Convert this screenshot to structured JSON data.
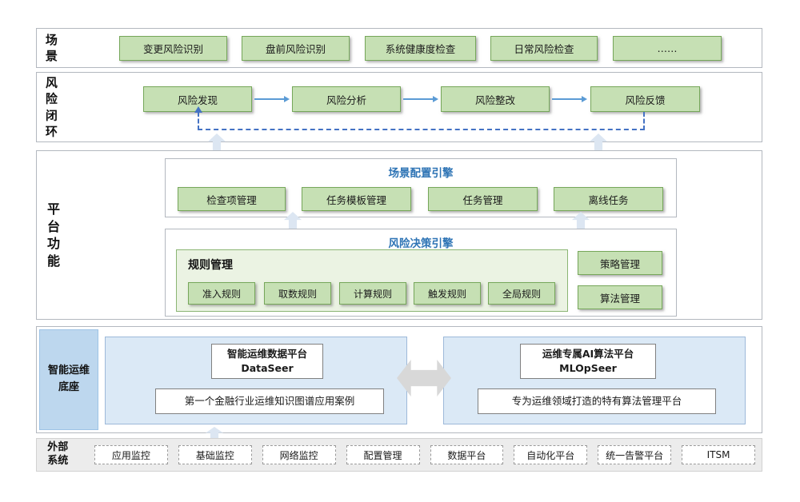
{
  "colors": {
    "green_box_fill": "#c6e0b4",
    "green_box_border": "#76a75a",
    "rule_group_fill": "#ebf3e3",
    "engine_title_blue": "#2e74b5",
    "flow_arrow_blue": "#5b9bd5",
    "feedback_dash_blue": "#4472c4",
    "base_label_fill": "#bdd7ee",
    "base_panel_fill": "#dbe9f6",
    "external_bar_fill": "#ececec",
    "block_arrow_fill": "#dce6f2",
    "double_arrow_fill": "#d8d8d8"
  },
  "scenario": {
    "label": "场景",
    "items": [
      "变更风险识别",
      "盘前风险识别",
      "系统健康度检查",
      "日常风险检查",
      "……"
    ]
  },
  "risk_loop": {
    "label": "风险闭环",
    "steps": [
      "风险发现",
      "风险分析",
      "风险整改",
      "风险反馈"
    ]
  },
  "platform": {
    "label": "平台功能",
    "scene_engine": {
      "title": "场景配置引擎",
      "items": [
        "检查项管理",
        "任务模板管理",
        "任务管理",
        "离线任务"
      ]
    },
    "decision_engine": {
      "title": "风险决策引擎",
      "rule_group": {
        "title": "规则管理",
        "items": [
          "准入规则",
          "取数规则",
          "计算规则",
          "触发规则",
          "全局规则"
        ]
      },
      "side_items": [
        "策略管理",
        "算法管理"
      ]
    }
  },
  "aiops_base": {
    "label": "智能运维底座",
    "left_panel": {
      "title": "智能运维数据平台",
      "subtitle": "DataSeer",
      "desc": "第一个金融行业运维知识图谱应用案例"
    },
    "right_panel": {
      "title": "运维专属AI算法平台",
      "subtitle": "MLOpSeer",
      "desc": "专为运维领域打造的特有算法管理平台"
    }
  },
  "external": {
    "label": "外部系统",
    "items": [
      "应用监控",
      "基础监控",
      "网络监控",
      "配置管理",
      "数据平台",
      "自动化平台",
      "统一告警平台",
      "ITSM"
    ]
  }
}
